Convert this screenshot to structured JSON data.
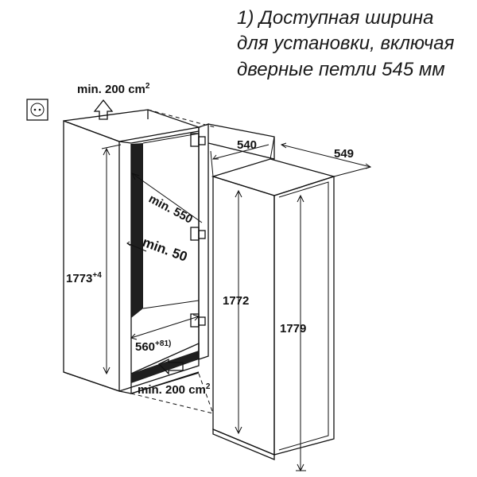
{
  "note": {
    "line1": "1) Доступная ширина",
    "line2": "для установки, включая",
    "line3": "дверные петли 545 мм"
  },
  "labels": {
    "vent_top_value": "min. 200 cm",
    "vent_top_unit_exp": "2",
    "vent_bottom_value": "min. 200 cm",
    "vent_bottom_unit_exp": "2",
    "depth_niche": "min. 550",
    "gap_rear": "min. 50",
    "niche_height_value": "1773",
    "niche_height_tolerance": "+4",
    "niche_width_value": "560",
    "niche_width_tolerance": "+8",
    "niche_width_footnote": "1)",
    "appliance_depth_540": "540",
    "appliance_width_549": "549",
    "appliance_height_1772": "1772",
    "appliance_height_1779": "1779"
  },
  "colors": {
    "ink": "#111111",
    "niche_shadow": "#1f1f1f",
    "paper": "#ffffff"
  },
  "icons": {
    "socket": "power-socket-icon",
    "vent_top": "airflow-up-arrow-icon",
    "vent_bottom": "airflow-in-arrow-icon"
  }
}
